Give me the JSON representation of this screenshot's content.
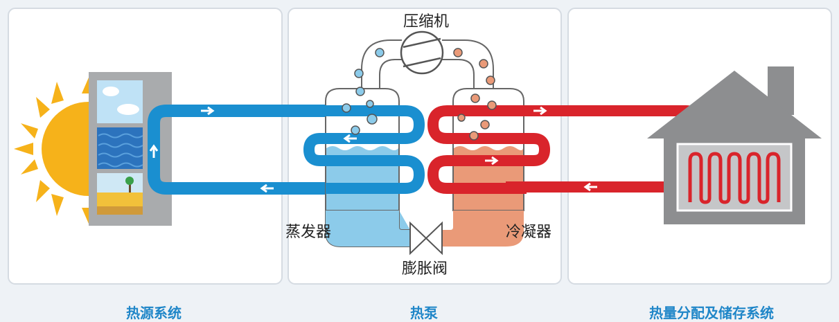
{
  "panels": {
    "heat_source": {
      "caption": "热源系统"
    },
    "heat_pump": {
      "caption": "热泵"
    },
    "distribution": {
      "caption": "热量分配及储存系统"
    }
  },
  "components": {
    "compressor": "压缩机",
    "evaporator": "蒸发器",
    "condenser": "冷凝器",
    "expansion_valve": "膨胀阀"
  },
  "colors": {
    "cold_pipe": "#1a8fd0",
    "hot_pipe": "#d9242b",
    "evaporator_liquid": "#8ccbea",
    "condenser_liquid": "#ea9a78",
    "caption": "#1f86c8",
    "sun": "#f6b21a",
    "house": "#8d8e90"
  }
}
